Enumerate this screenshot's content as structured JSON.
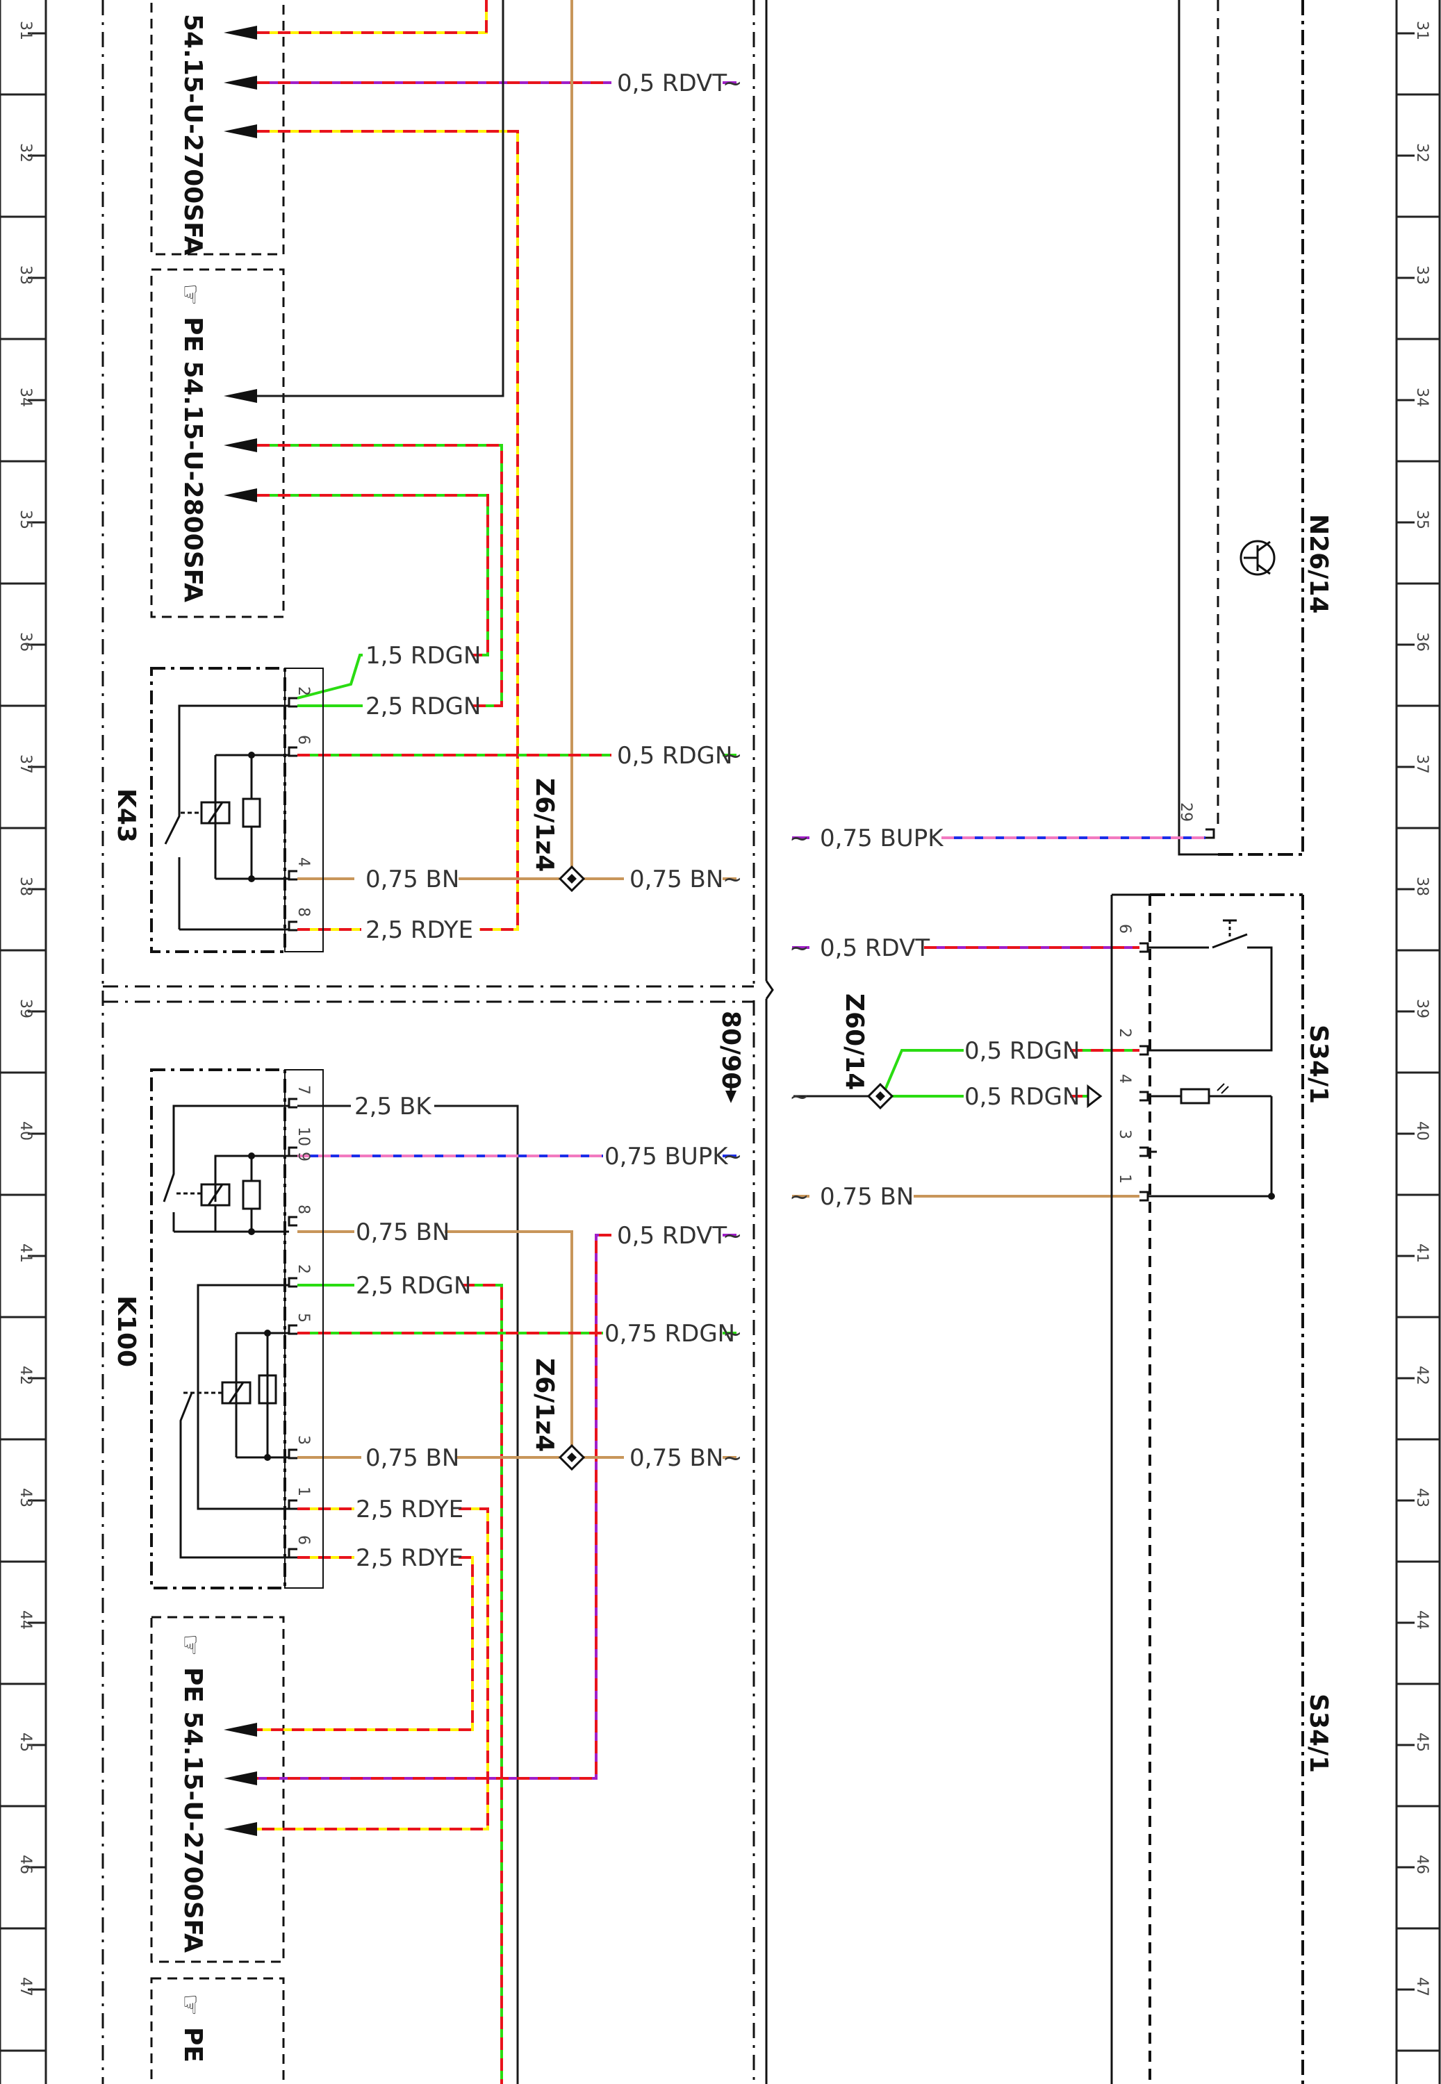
{
  "colors": {
    "RD": "#e8141c",
    "GN": "#2adc12",
    "YE": "#fff200",
    "BN": "#c8965a",
    "BU": "#1c2ee8",
    "PK": "#f27ac0",
    "VT": "#a01ec8",
    "BK": "#1a1a1a"
  },
  "ruler": {
    "numbers": [
      "31",
      "32",
      "33",
      "34",
      "35",
      "36",
      "37",
      "38",
      "39",
      "40",
      "41",
      "42",
      "43",
      "44",
      "45",
      "46",
      "47"
    ]
  },
  "components": {
    "K43": "K43",
    "K100": "K100",
    "N26_14": "N26/14",
    "S34_1_top": "S34/1",
    "S34_1_bottom": "S34/1",
    "Z6_1z4_top": "Z6/1z4",
    "Z6_1z4_bottom": "Z6/1z4",
    "Z60_14": "Z60/14",
    "ref_80_90": "80/90"
  },
  "references": {
    "ref1": "54.15-U-2700SFA",
    "ref2": "PE 54.15-U-2800SFA",
    "ref3": "PE 54.15-U-2700SFA",
    "ref4": "PE"
  },
  "wires": {
    "w_rdvt_top": "0,5 RDVT",
    "w_rdgn_15": "1,5 RDGN",
    "w_rdgn_25_k43": "2,5 RDGN",
    "w_rdgn_05_k43": "0,5 RDGN",
    "w_bn_075_k43_left": "0,75 BN",
    "w_bn_075_k43_right": "0,75 BN",
    "w_rdye_25_k43": "2,5 RDYE",
    "w_bupk_right": "0,75 BUPK",
    "w_rdvt_right": "0,5 RDVT",
    "w_rdgn_right_1": "0,5 RDGN",
    "w_rdgn_right_2": "0,5 RDGN",
    "w_bn_right": "0,75 BN",
    "w_bk_k100": "2,5 BK",
    "w_bupk_k100": "0,75 BUPK",
    "w_bn_k100_8": "0,75 BN",
    "w_rdvt_k100": "0,5 RDVT",
    "w_rdgn_k100_2": "2,5 RDGN",
    "w_rdgn_k100_5": "0,75 RDGN",
    "w_bn_k100_3": "0,75 BN",
    "w_bn_k100_right": "0,75 BN",
    "w_rdye_k100_1": "2,5 RDYE",
    "w_rdye_k100_6": "2,5 RDYE"
  },
  "pins": {
    "k43_p2": "2",
    "k43_p6": "6",
    "k43_p4": "4",
    "k43_p8": "8",
    "n26_p29": "29",
    "s34_p6": "6",
    "s34_p2": "2",
    "s34_p4": "4",
    "s34_p3": "3",
    "s34_p1": "1",
    "k100_p7": "7",
    "k100_p10": "10",
    "k100_p9": "9",
    "k100_p8": "8",
    "k100_p2": "2",
    "k100_p5": "5",
    "k100_p3": "3",
    "k100_p1": "1",
    "k100_p6": "6"
  }
}
